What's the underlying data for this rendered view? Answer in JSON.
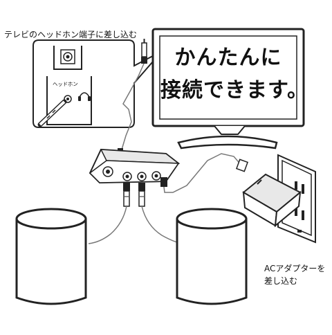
{
  "labels": {
    "tv_jack_instruction": "テレビのヘッドホン端子に差し込む",
    "headphone_label": "ヘッドホン",
    "ac_adapter_line1": "ACアダプターを",
    "ac_adapter_line2": "差し込む"
  },
  "tv_screen": {
    "line1": "かんたんに",
    "line2": "接続できます。"
  }
}
